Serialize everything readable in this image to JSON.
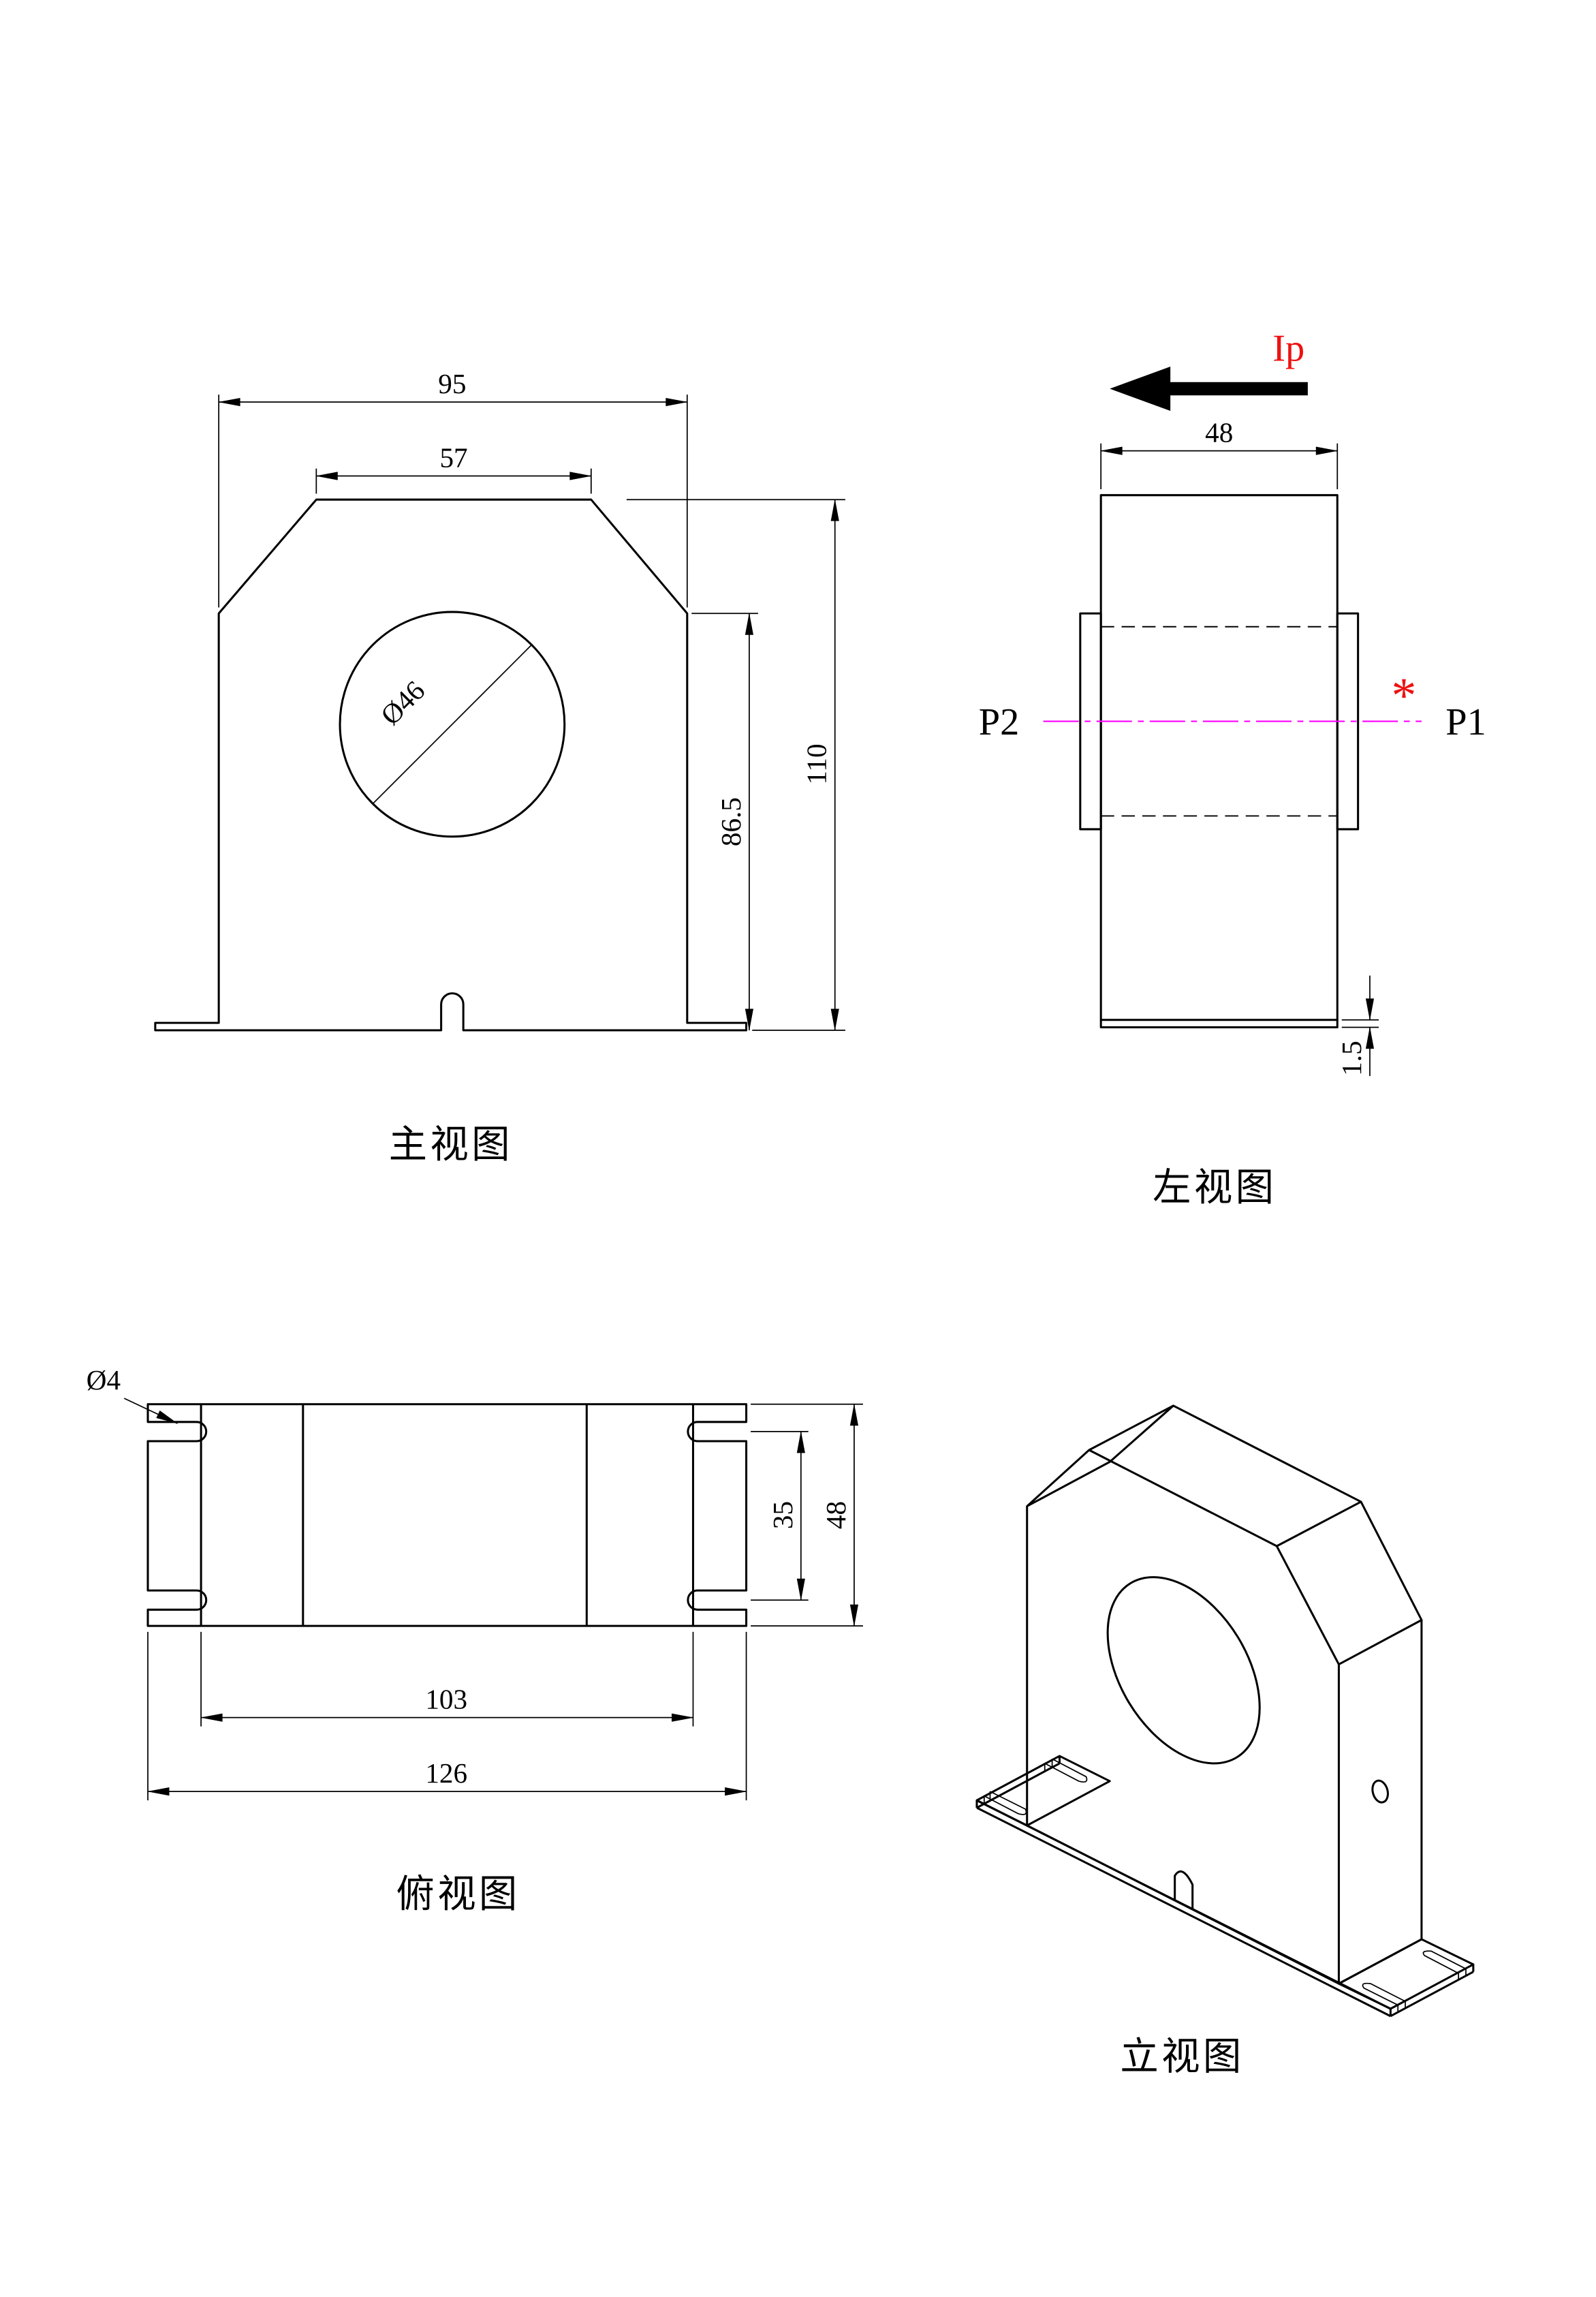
{
  "drawing": {
    "background": "#ffffff",
    "line_color": "#000000",
    "accent_red": "#ee1111",
    "centerline_color": "#ff00ff"
  },
  "front_view": {
    "label": "主视图",
    "dim_overall_width": "95",
    "dim_top_width": "57",
    "dim_overall_height": "110",
    "dim_side_height": "86.5",
    "dim_hole_diameter": "Ø46"
  },
  "left_view": {
    "label": "左视图",
    "dim_depth": "48",
    "dim_base_thickness": "1.5",
    "terminal_left": "P2",
    "terminal_right": "P1",
    "current_label": "Ip",
    "polarity_mark": "*"
  },
  "top_view": {
    "label": "俯视图",
    "dim_mount_hole": "Ø4",
    "dim_slot_spacing": "35",
    "dim_depth": "48",
    "dim_inner_length": "103",
    "dim_overall_length": "126"
  },
  "iso_view": {
    "label": "立视图"
  }
}
